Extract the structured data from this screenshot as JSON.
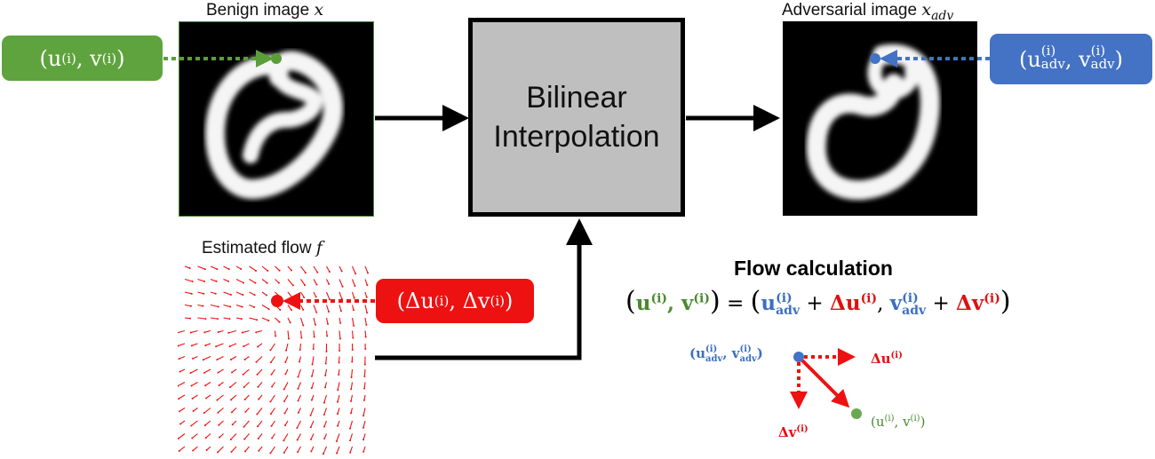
{
  "benign": {
    "caption_text": "Benign image ",
    "caption_var": "x"
  },
  "adversarial": {
    "caption_text": "Adversarial image ",
    "caption_var": "x",
    "caption_sub": "adv"
  },
  "flow_field": {
    "caption_text": "Estimated flow ",
    "caption_var": "f"
  },
  "interpolation": {
    "line1": "Bilinear",
    "line2": "Interpolation"
  },
  "badges": {
    "green": {
      "open": "(u",
      "sup1": "(i)",
      "mid": ", v",
      "sup2": "(i)",
      "close": ")"
    },
    "blue": {
      "open": "(u",
      "sup1": "(i)",
      "sub1": "adv",
      "mid": ", v",
      "sup2": "(i)",
      "sub2": "adv",
      "close": ")"
    },
    "red": {
      "open": "(Δu",
      "sup1": "(i)",
      "mid": ", Δv",
      "sup2": "(i)",
      "close": ")"
    }
  },
  "flow_calc": {
    "title": "Flow calculation",
    "equals": " = ",
    "plus": " + "
  },
  "mini": {
    "origin": "(u",
    "origin_mid": ", v",
    "du": "Δu",
    "dv": "Δv",
    "target": "(u",
    "target_mid": ", v",
    "sup": "(i)",
    "adv": "adv"
  },
  "colors": {
    "green": "#5a9e3a",
    "blue": "#4472c4",
    "red": "#ee1111",
    "box_gray": "#bfbfbf"
  }
}
